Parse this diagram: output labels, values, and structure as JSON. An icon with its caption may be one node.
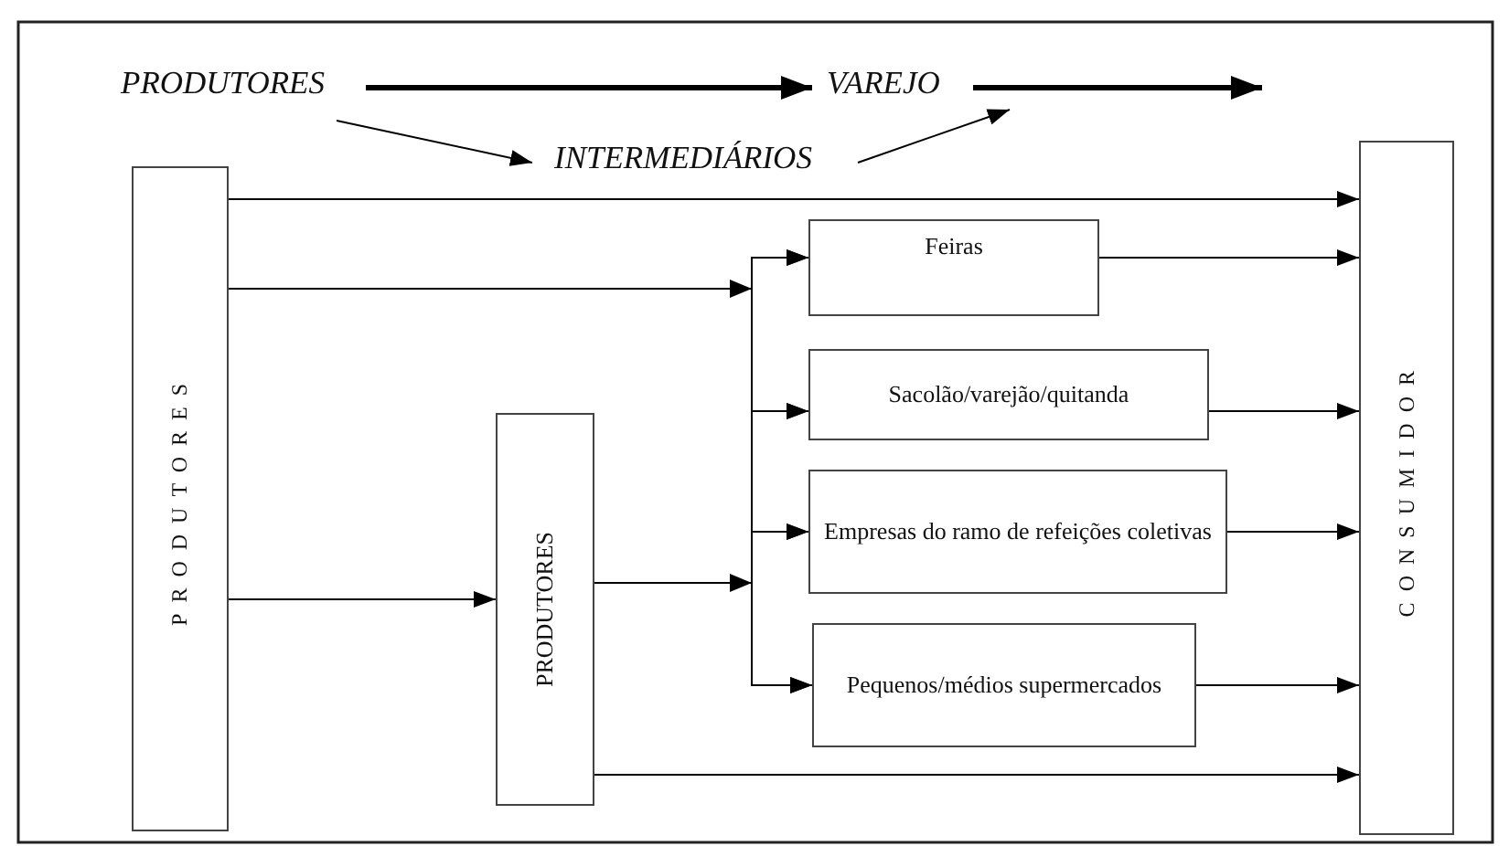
{
  "diagram": {
    "nodes": [
      {
        "text": [
          "PRODUTORES"
        ]
      },
      {
        "text": [
          "VAREJO"
        ]
      },
      {
        "text": [
          "INTERMEDIÁRIOS"
        ]
      },
      {
        "text": [
          "PRODUTORES"
        ]
      },
      {
        "text": [
          "PRODUTORES"
        ]
      },
      {
        "text": [
          "Feiras"
        ]
      },
      {
        "text": [
          "Sacolão/varejão/quitanda"
        ]
      },
      {
        "text": [
          "Empresas do ramo de refeições coletivas"
        ]
      },
      {
        "text": [
          "Pequenos/médios supermercados"
        ]
      },
      {
        "text": [
          "CONSUMIDOR"
        ]
      }
    ],
    "edges": [
      {
        "from": 0,
        "to": 1,
        "arrow": "to",
        "style": "thick"
      },
      {
        "from": 1,
        "to": null,
        "arrow": "to",
        "style": "thick"
      },
      {
        "from": 0,
        "to": 2,
        "arrow": "to"
      },
      {
        "from": 2,
        "to": 1,
        "arrow": "to"
      },
      {
        "from": 3,
        "to": 9,
        "arrow": "to"
      },
      {
        "from": 3,
        "to": 5,
        "arrow": "to"
      },
      {
        "from": 3,
        "to": 6,
        "arrow": "to"
      },
      {
        "from": 3,
        "to": 7,
        "arrow": "to"
      },
      {
        "from": 3,
        "to": 8,
        "arrow": "to"
      },
      {
        "from": 3,
        "to": 4,
        "arrow": "to"
      },
      {
        "from": 4,
        "to": 5,
        "arrow": "to"
      },
      {
        "from": 4,
        "to": 6,
        "arrow": "to"
      },
      {
        "from": 4,
        "to": 7,
        "arrow": "to"
      },
      {
        "from": 4,
        "to": 8,
        "arrow": "to"
      },
      {
        "from": 5,
        "to": 9,
        "arrow": "to"
      },
      {
        "from": 6,
        "to": 9,
        "arrow": "to"
      },
      {
        "from": 7,
        "to": 9,
        "arrow": "to"
      },
      {
        "from": 8,
        "to": 9,
        "arrow": "to"
      },
      {
        "from": 4,
        "to": 9,
        "arrow": "to"
      }
    ]
  }
}
